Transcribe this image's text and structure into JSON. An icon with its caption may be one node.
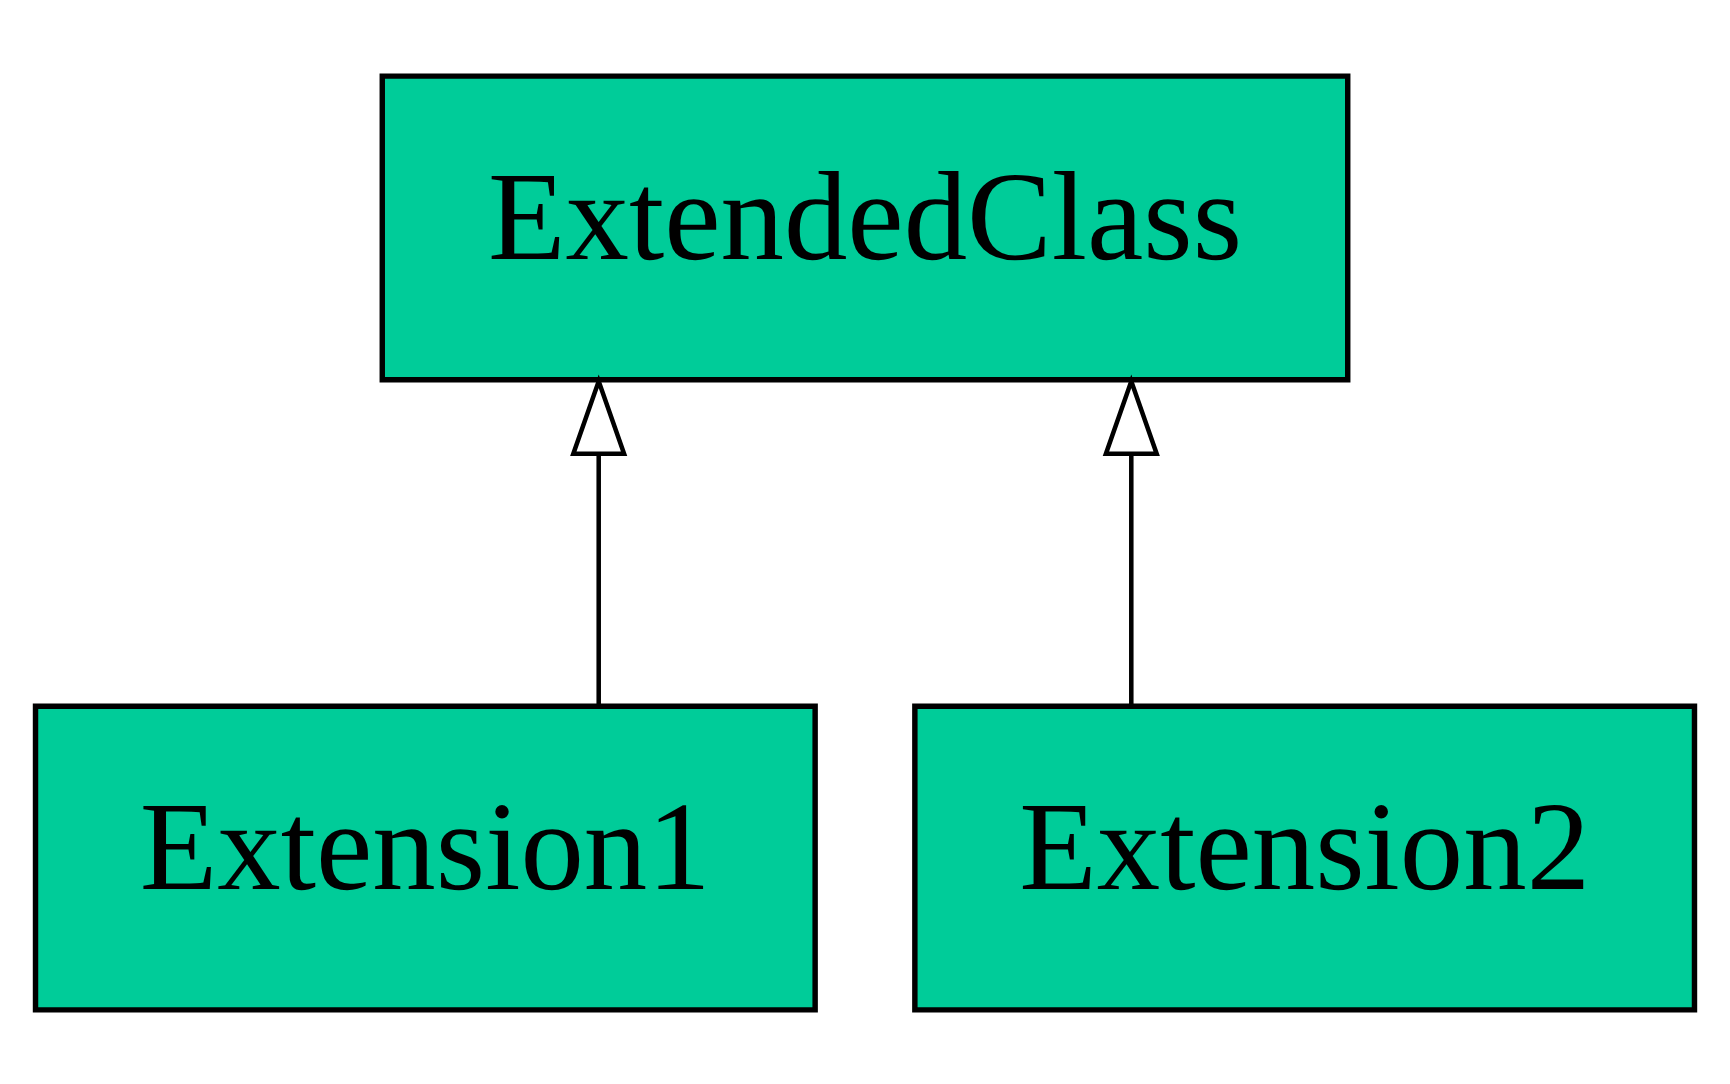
{
  "diagram": {
    "nodes": [
      {
        "text": [
          "ExtendedClass"
        ]
      },
      {
        "text": [
          "Extension1"
        ]
      },
      {
        "text": [
          "Extension2"
        ]
      }
    ],
    "edges": [
      {
        "from": 1,
        "to": 0,
        "arrow": "to"
      },
      {
        "from": 2,
        "to": 0,
        "arrow": "to"
      }
    ]
  }
}
